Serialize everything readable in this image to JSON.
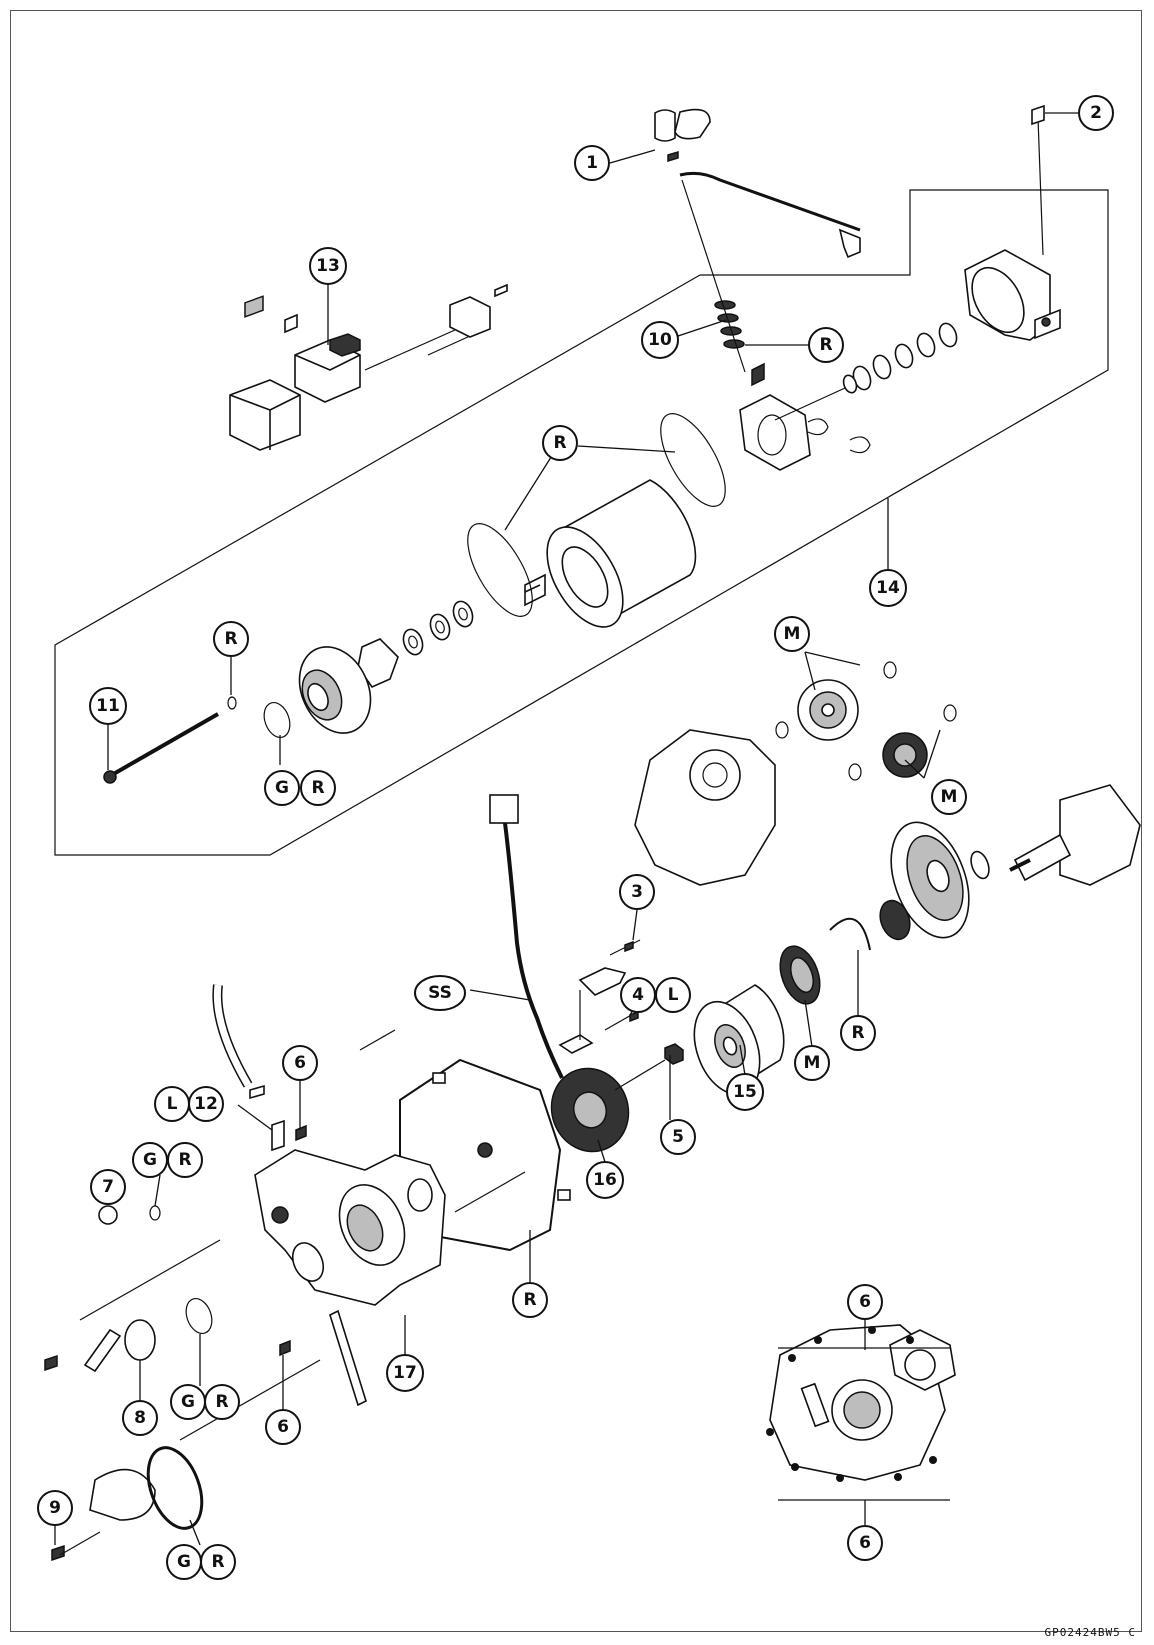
{
  "drawing_code": "GP02424BW5 C",
  "callouts": {
    "c1": "1",
    "c2": "2",
    "c3": "3",
    "c4": "4",
    "c4L": "L",
    "c5": "5",
    "c6a": "6",
    "c6b": "6",
    "c6c": "6",
    "c6d": "6",
    "c7": "7",
    "c8": "8",
    "c9": "9",
    "c10": "10",
    "c11": "11",
    "c12L": "L",
    "c12": "12",
    "c13": "13",
    "c14": "14",
    "c15": "15",
    "c16": "16",
    "c17": "17",
    "cSS": "SS",
    "cM1": "M",
    "cM2": "M",
    "cM3": "M",
    "cR1": "R",
    "cR2": "R",
    "cR3": "R",
    "cR4": "R",
    "cR5": "R",
    "cR6": "R",
    "cR7": "R",
    "cR8": "R",
    "cR9": "R",
    "cG1": "G",
    "cG2": "G",
    "cG3": "G",
    "cG4": "G"
  }
}
